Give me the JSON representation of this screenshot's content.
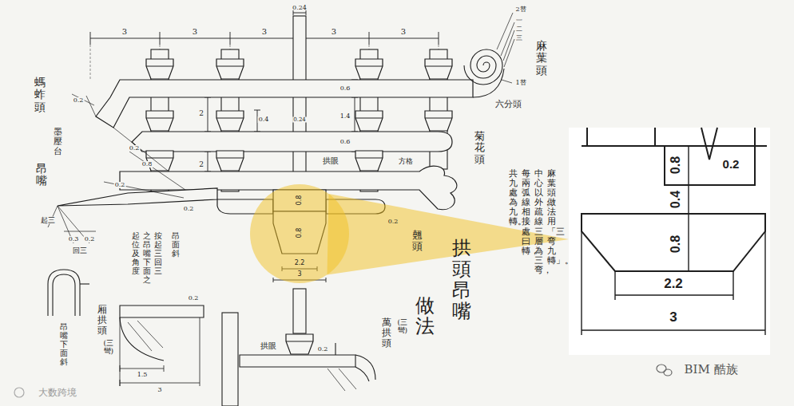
{
  "diagram": {
    "title": "拱頭昂嘴",
    "nodes": [
      {
        "text": [
          "0.8",
          "0.8",
          "2.2",
          "3"
        ]
      },
      {
        "text": [
          "0.8",
          "0.2",
          "0.4",
          "0.8",
          "2.2",
          "3"
        ]
      }
    ],
    "edges": [
      {
        "from": 0,
        "to": 1,
        "arrow": "none"
      }
    ],
    "labels": [
      "3",
      "3",
      "3",
      "3",
      "3",
      "0.24",
      "2替",
      "一",
      "二",
      "三",
      "1替",
      "麻葉頭",
      "六分頭",
      "螞蚱頭",
      "墨壓台",
      "昂嘴",
      "起三",
      "0.3",
      "0.2",
      "回三",
      "0.2",
      "0.2",
      "0.8",
      "0.2",
      "0.2",
      "2",
      "2",
      "0.4",
      "0.24",
      "0.6",
      "1.4",
      "0.6",
      "拱眼",
      "方格",
      "菊花頭",
      "翹頭",
      "0.2",
      "按起三回三",
      "之昂嘴下面之",
      "起位及角度",
      "昂面斜",
      "做法",
      "麻葉頭做法用「三弯九轉」。",
      "中心以外，疏線三層為三弯，",
      "每兩弧線相接處曰轉，",
      "共九處為九轉。",
      "厢拱頭",
      "(三彎)",
      "昂嘴下面斜",
      "萬拱頭",
      "(三彎)",
      "拱眼",
      "0.2",
      "0.2",
      "1.5",
      "3",
      "大数跨境",
      "BIM 酷族"
    ]
  }
}
